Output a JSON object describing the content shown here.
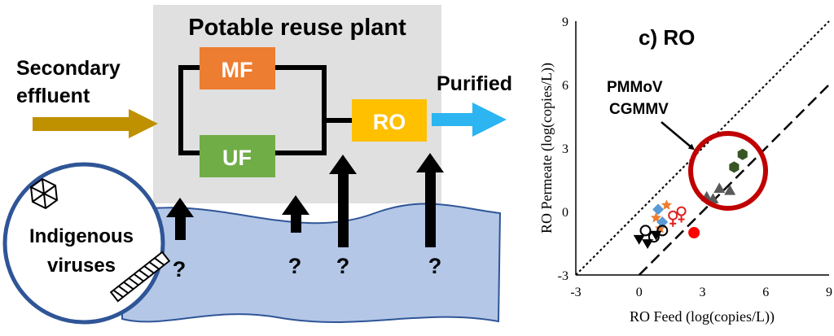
{
  "diagram": {
    "plant_title": "Potable reuse plant",
    "inlet_label_line1": "Secondary",
    "inlet_label_line2": "effluent",
    "outlet_label": "Purified",
    "units": {
      "mf": "MF",
      "uf": "UF",
      "ro": "RO"
    },
    "viruses_line1": "Indigenous",
    "viruses_line2": "viruses",
    "question_mark": "?",
    "colors": {
      "mf": "#ED7D31",
      "uf": "#70AD47",
      "ro": "#FFC000",
      "water": "#B4C7E7",
      "plant_bg": "#E0E0E0",
      "inlet_arrow": "#BF9000",
      "outlet_arrow": "#2CB5F0"
    }
  },
  "chart_data": {
    "type": "scatter",
    "title": "c) RO",
    "xlabel": "RO Feed (log(copies/L))",
    "ylabel": "RO Permeate (log(copies/L))",
    "xlim": [
      -3,
      9
    ],
    "ylim": [
      -3,
      9
    ],
    "x_ticks": [
      "-3",
      "0",
      "3",
      "6",
      "9"
    ],
    "y_ticks": [
      "9",
      "6",
      "3",
      "0",
      "-3"
    ],
    "annotation_line1": "PMMoV",
    "annotation_line2": "CGMMV",
    "reference_lines": [
      {
        "style": "dotted",
        "intercept": 0
      },
      {
        "style": "dashed",
        "intercept": -3
      }
    ],
    "series": [
      {
        "marker": "hexagon",
        "color": "#375623",
        "x": [
          4.9,
          4.5
        ],
        "y": [
          2.7,
          2.1
        ]
      },
      {
        "marker": "triangle",
        "color": "#595959",
        "x": [
          3.5,
          3.8,
          4.3,
          3.2
        ],
        "y": [
          0.6,
          1.1,
          1.0,
          0.7
        ]
      },
      {
        "marker": "circle",
        "color": "#FF0000",
        "x": [
          2.6
        ],
        "y": [
          -1.0
        ]
      },
      {
        "marker": "female",
        "color": "#E02020",
        "x": [
          1.6,
          2.0
        ],
        "y": [
          -0.3,
          -0.1
        ]
      },
      {
        "marker": "star",
        "color": "#ED7D31",
        "x": [
          0.8,
          1.0,
          1.3
        ],
        "y": [
          -0.3,
          -0.8,
          0.3
        ]
      },
      {
        "marker": "diamond",
        "color": "#5B9BD5",
        "x": [
          0.9,
          1.1
        ],
        "y": [
          0.1,
          -0.5
        ]
      },
      {
        "marker": "open-circle",
        "color": "#000000",
        "x": [
          0.3,
          0.7,
          1.1
        ],
        "y": [
          -0.9,
          -1.2,
          -0.9
        ]
      },
      {
        "marker": "down-triangle",
        "color": "#000000",
        "x": [
          0.0,
          0.4,
          0.8
        ],
        "y": [
          -1.3,
          -1.5,
          -1.1
        ]
      }
    ]
  }
}
